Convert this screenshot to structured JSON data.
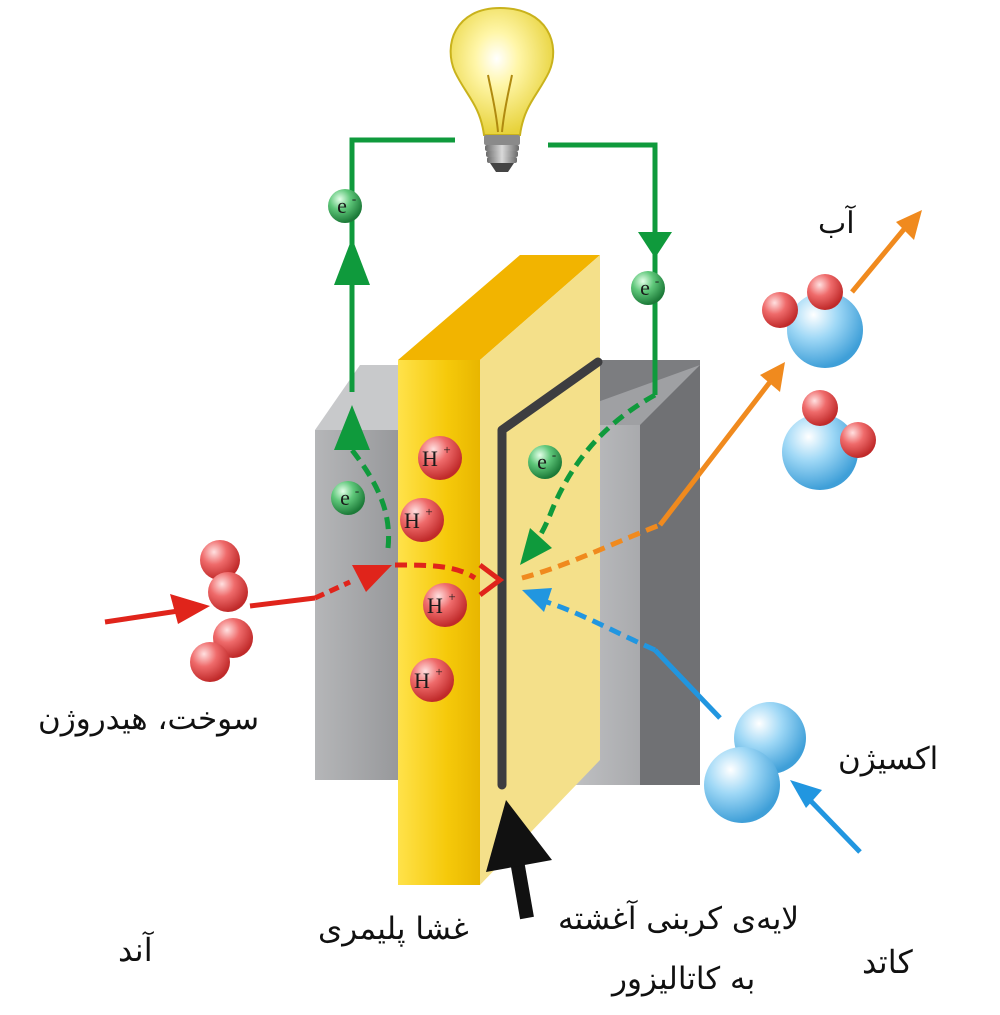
{
  "labels": {
    "water": "آب",
    "fuel": "سوخت، هیدروژن",
    "oxygen": "اکسیژن",
    "membrane": "غشا پلیمری",
    "catalyst_line1": "لایه‌ی کربنی آغشته",
    "catalyst_line2": "به کاتالیزور",
    "anode": "آند",
    "cathode": "کاتد"
  },
  "particles": {
    "proton": "H",
    "proton_charge": "+",
    "electron": "e",
    "electron_charge": "-"
  },
  "colors": {
    "electron_path": "#0f9a3c",
    "hydrogen_path": "#e0241b",
    "oxygen_path": "#2196e0",
    "water_path": "#f08a1e",
    "membrane": "#f7d10a",
    "electrode": "#a9aaac",
    "catalyst_layer": "#4a4a4c"
  }
}
